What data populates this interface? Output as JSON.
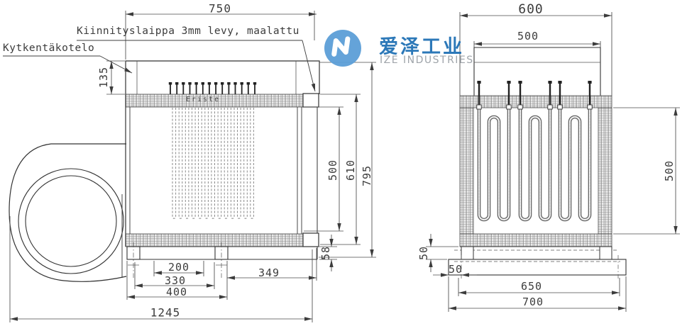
{
  "annotations": {
    "flange_note": "Kiinnityslaippa 3mm levy, maalattu",
    "junction_box": "Kytkentäkotelo",
    "insulation": "Eriste"
  },
  "logo": {
    "cn": "爱泽工业",
    "en": "IZE INDUSTRIES",
    "circle_color": "#5c9fd8",
    "cn_color": "#2171b5",
    "en_color": "#9aa0a6"
  },
  "left_view": {
    "dims": {
      "w750": "750",
      "h135": "135",
      "h500": "500",
      "h610": "610",
      "h795": "795",
      "h58": "58",
      "b200": "200",
      "b330": "330",
      "b400": "400",
      "b349": "349",
      "b1245": "1245"
    }
  },
  "right_view": {
    "dims": {
      "w600": "600",
      "w500": "500",
      "h500": "500",
      "v50": "50",
      "h50": "50",
      "b650": "650",
      "b700": "700"
    }
  }
}
